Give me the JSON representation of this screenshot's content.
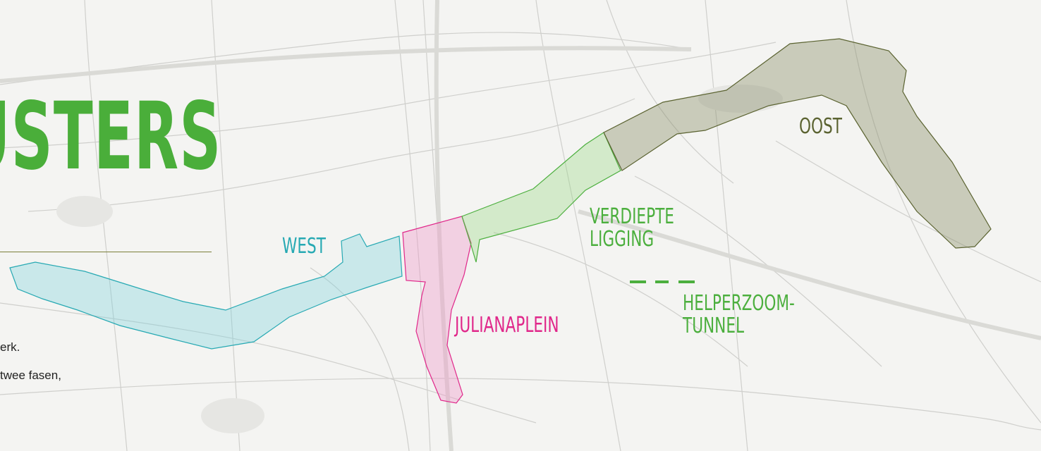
{
  "title": "USTERS",
  "clusters": [
    {
      "id": "west",
      "label": "WEST",
      "color": "#27a9b3",
      "fill": "rgba(120,210,220,0.35)"
    },
    {
      "id": "julianaplein",
      "label": "JULIANAPLEIN",
      "color": "#e0278a",
      "fill": "rgba(240,150,200,0.38)"
    },
    {
      "id": "verdiepte",
      "label_line1": "VERDIEPTE",
      "label_line2": "LIGGING",
      "color": "#4caf3e",
      "fill": "rgba(150,215,130,0.35)"
    },
    {
      "id": "oost",
      "label": "OOST",
      "color": "#5b6331",
      "fill": "rgba(140,145,110,0.42)"
    }
  ],
  "helperzoom": {
    "line1": "HELPERZOOM-",
    "line2": "TUNNEL",
    "color": "#4caf3e"
  },
  "body_lines": [
    "erk.",
    "twee fasen,"
  ],
  "colors": {
    "title": "#4aae3a",
    "rule": "#7a7f3a"
  }
}
